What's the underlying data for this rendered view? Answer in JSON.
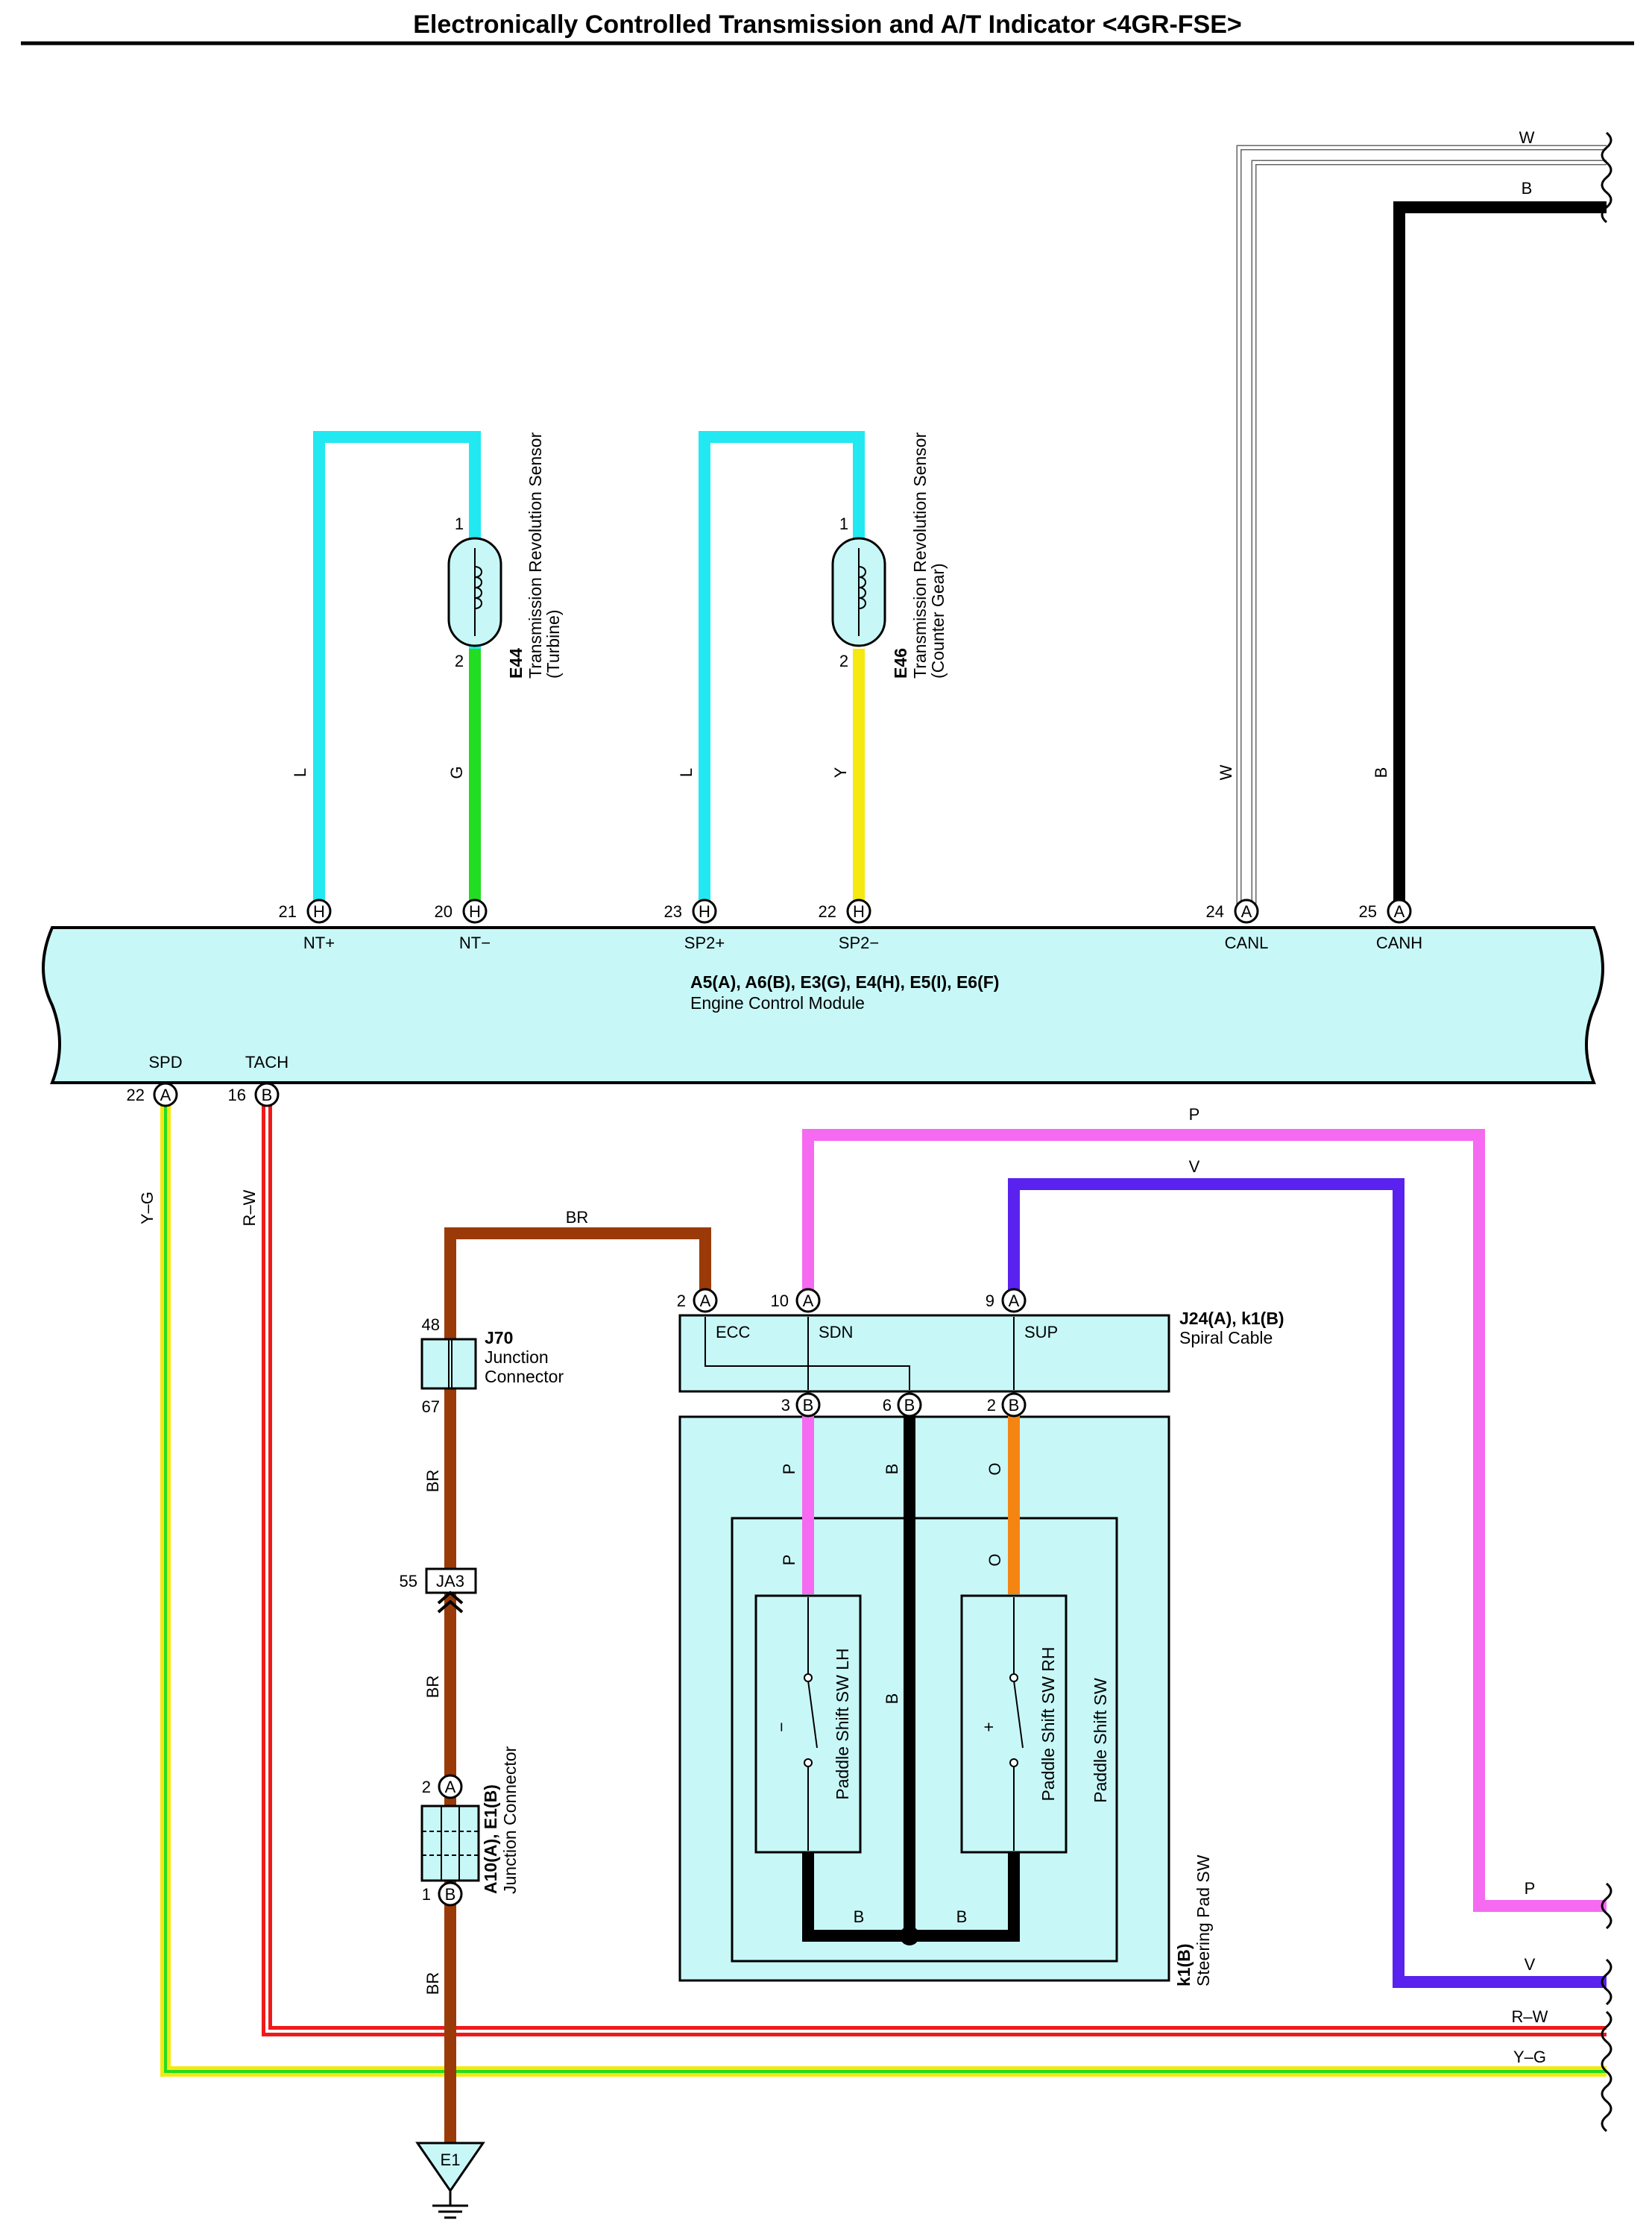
{
  "title": "Electronically Controlled Transmission and A/T Indicator <4GR-FSE>",
  "ecm": {
    "connectors": "A5(A), A6(B), E3(G), E4(H), E5(I), E6(F)",
    "name": "Engine Control Module",
    "pins": [
      {
        "num": "21",
        "letter": "H",
        "label": "NT+"
      },
      {
        "num": "20",
        "letter": "H",
        "label": "NT−"
      },
      {
        "num": "23",
        "letter": "H",
        "label": "SP2+"
      },
      {
        "num": "22",
        "letter": "H",
        "label": "SP2−"
      },
      {
        "num": "24",
        "letter": "A",
        "label": "CANL"
      },
      {
        "num": "25",
        "letter": "A",
        "label": "CANH"
      },
      {
        "num": "22",
        "letter": "A",
        "label": "SPD"
      },
      {
        "num": "16",
        "letter": "B",
        "label": "TACH"
      }
    ]
  },
  "sensors": [
    {
      "code": "E44",
      "name": "Transmission Revolution Sensor",
      "sub": "(Turbine)",
      "pin1": "1",
      "pin2": "2"
    },
    {
      "code": "E46",
      "name": "Transmission Revolution Sensor",
      "sub": "(Counter Gear)",
      "pin1": "1",
      "pin2": "2"
    }
  ],
  "wires": {
    "nt_plus": "L",
    "nt_minus": "G",
    "sp2_plus": "L",
    "sp2_minus": "Y",
    "canl": "W",
    "canh": "B",
    "spd": "Y–G",
    "tach": "R–W",
    "br": "BR",
    "p": "P",
    "v": "V",
    "o": "O",
    "b": "B"
  },
  "j70": {
    "code": "J70",
    "name_line1": "Junction",
    "name_line2": "Connector",
    "pin_top": "48",
    "pin_bottom": "67"
  },
  "ja3": {
    "label": "JA3",
    "pin": "55"
  },
  "a10": {
    "code": "A10(A), E1(B)",
    "name": "Junction Connector",
    "pin_top": "2",
    "letter_top": "A",
    "pin_bottom": "1",
    "letter_bottom": "B"
  },
  "spiral": {
    "code": "J24(A), k1(B)",
    "name": "Spiral Cable",
    "top_pins": [
      {
        "num": "2",
        "letter": "A",
        "label": "ECC"
      },
      {
        "num": "10",
        "letter": "A",
        "label": "SDN"
      },
      {
        "num": "9",
        "letter": "A",
        "label": "SUP"
      }
    ],
    "bottom_pins": [
      {
        "num": "3",
        "letter": "B"
      },
      {
        "num": "6",
        "letter": "B"
      },
      {
        "num": "2",
        "letter": "B"
      }
    ]
  },
  "steering": {
    "code": "k1(B)",
    "name": "Steering Pad SW",
    "paddle_group": "Paddle Shift SW",
    "lh": "Paddle Shift SW LH",
    "rh": "Paddle Shift SW RH",
    "lh_sign": "−",
    "rh_sign": "+"
  },
  "ground": "E1",
  "colors": {
    "L": "#22e8f2",
    "G": "#22dd22",
    "Y": "#f5e90f",
    "B": "#000000",
    "BR": "#9a3a08",
    "P": "#f56af0",
    "V": "#5a22ee",
    "O": "#f58512",
    "R": "#ee1a1a",
    "W": "#ffffff",
    "panel": "#c8f7f7"
  }
}
